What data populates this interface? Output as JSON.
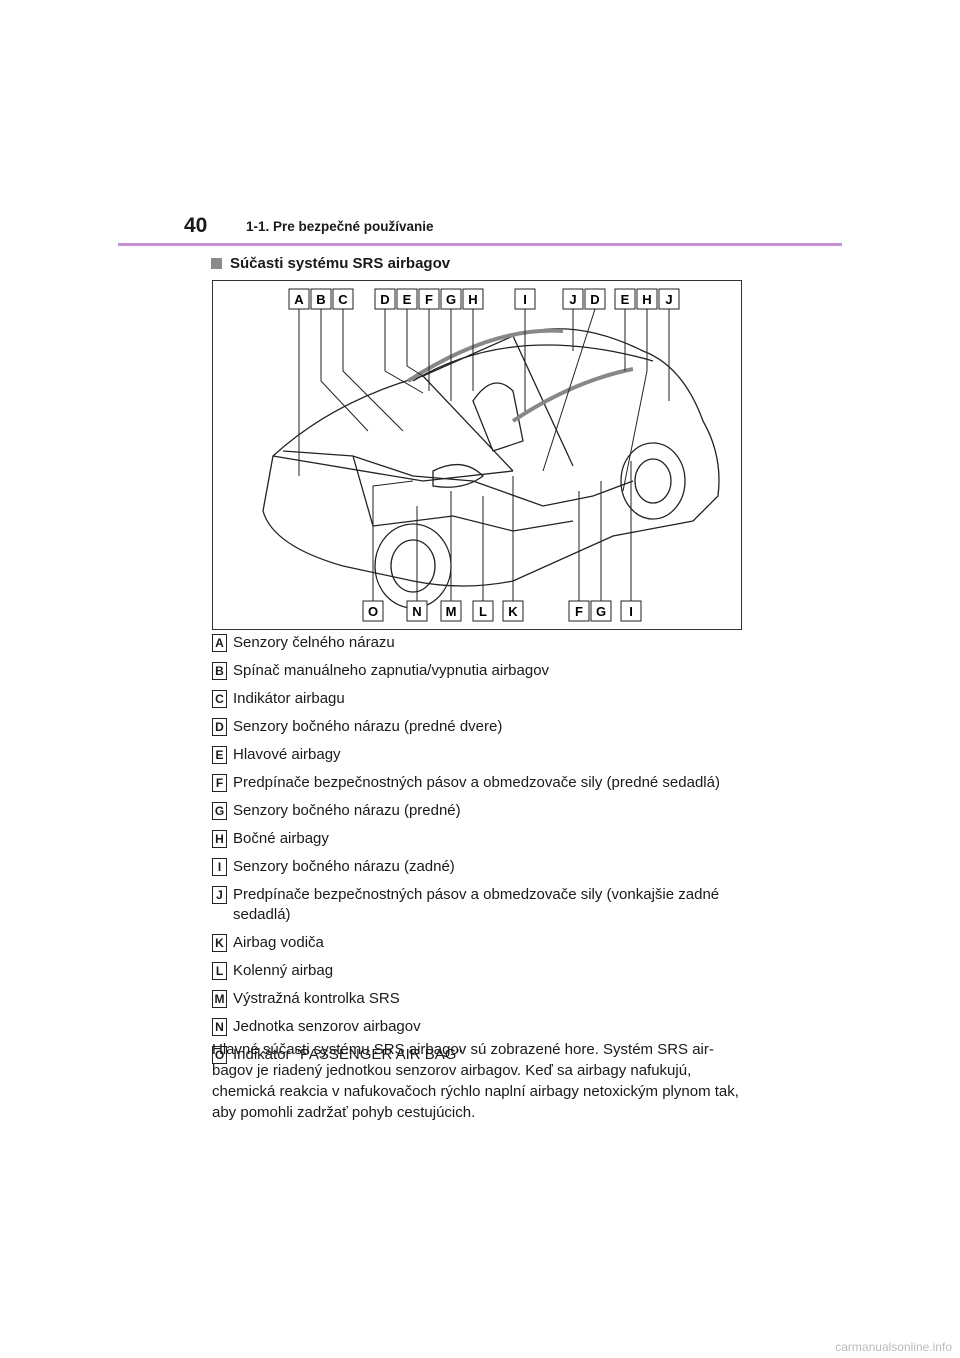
{
  "header": {
    "page_number": "40",
    "section": "1-1. Pre bezpečné používanie"
  },
  "subheading": "Súčasti systému SRS airbagov",
  "figure": {
    "top_labels": [
      "A",
      "B",
      "C",
      "D",
      "E",
      "F",
      "G",
      "H",
      "I",
      "J",
      "D",
      "E",
      "H",
      "J"
    ],
    "bottom_labels": [
      "O",
      "N",
      "M",
      "L",
      "K",
      "F",
      "G",
      "I"
    ]
  },
  "legend": [
    {
      "key": "A",
      "text": "Senzory čelného nárazu"
    },
    {
      "key": "B",
      "text": "Spínač manuálneho zapnutia/vypnutia airbagov"
    },
    {
      "key": "C",
      "text": "Indikátor airbagu"
    },
    {
      "key": "D",
      "text": "Senzory bočného nárazu (predné dvere)"
    },
    {
      "key": "E",
      "text": "Hlavové airbagy"
    },
    {
      "key": "F",
      "text": "Predpínače bezpečnostných pásov a obmedzovače sily (predné sedadlá)"
    },
    {
      "key": "G",
      "text": "Senzory bočného nárazu (predné)"
    },
    {
      "key": "H",
      "text": "Bočné airbagy"
    },
    {
      "key": "I",
      "text": "Senzory bočného nárazu (zadné)"
    },
    {
      "key": "J",
      "text": "Predpínače bezpečnostných pásov a obmedzovače sily (vonkajšie zadné sedadlá)"
    },
    {
      "key": "K",
      "text": "Airbag vodiča"
    },
    {
      "key": "L",
      "text": "Kolenný airbag"
    },
    {
      "key": "M",
      "text": "Výstražná kontrolka SRS"
    },
    {
      "key": "N",
      "text": "Jednotka senzorov airbagov"
    },
    {
      "key": "O",
      "text": "Indikátor \"PASSENGER AIR BAG\""
    }
  ],
  "paragraph": "Hlavné súčasti systému SRS airbagov sú zobrazené hore. Systém SRS air-bagov je riadený jednotkou senzorov airbagov. Keď sa airbagy nafukujú, chemická reakcia v nafukovačoch rýchlo naplní airbagy netoxickým plynom tak, aby pomohli zadržať pohyb cestujúcich.",
  "footer": "carmanualsonline.info"
}
